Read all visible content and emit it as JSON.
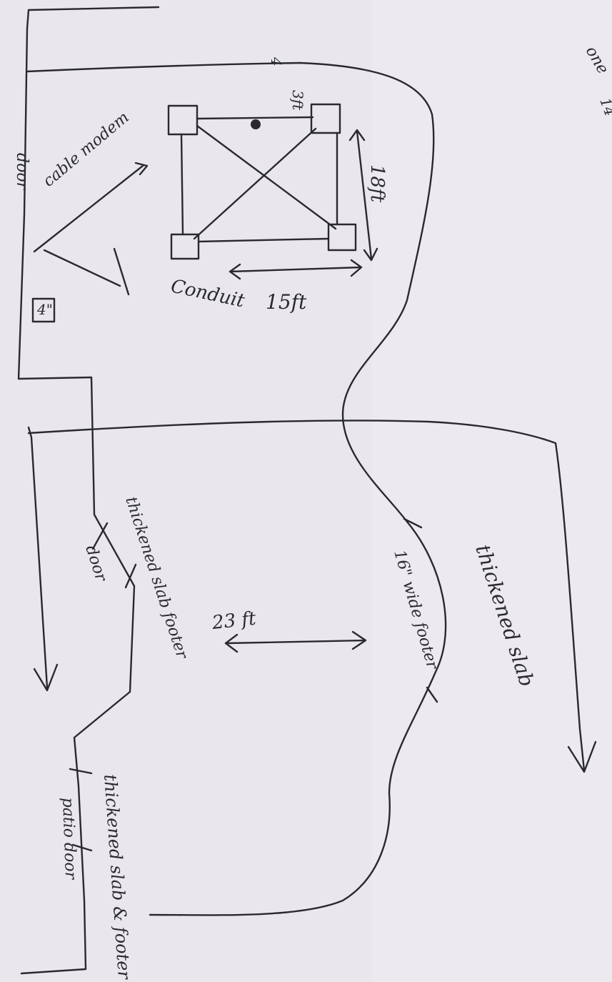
{
  "labels": {
    "door_left": "door",
    "cable_modem": "cable modem",
    "cable_modem_line2": "modem",
    "small_box": "4\"",
    "top_small": "4",
    "corner_small": "3ft",
    "dim_18ft": "18ft",
    "conduit": "Conduit",
    "dim_15ft": "15ft",
    "thickened_slab_footer_left": "thickened slab footer",
    "door_mid": "door",
    "dim_23ft": "23 ft",
    "footer_16": "16\" wide footer",
    "thickened_slab_right": "thickened slab",
    "patio_door": "patio door",
    "thickened_slab_footer_bottom": "thickened slab & footer",
    "margin_note": "one",
    "margin_note2": "14"
  },
  "colors": {
    "paper": "#e9e7ec",
    "ink": "#2a2a2e"
  }
}
